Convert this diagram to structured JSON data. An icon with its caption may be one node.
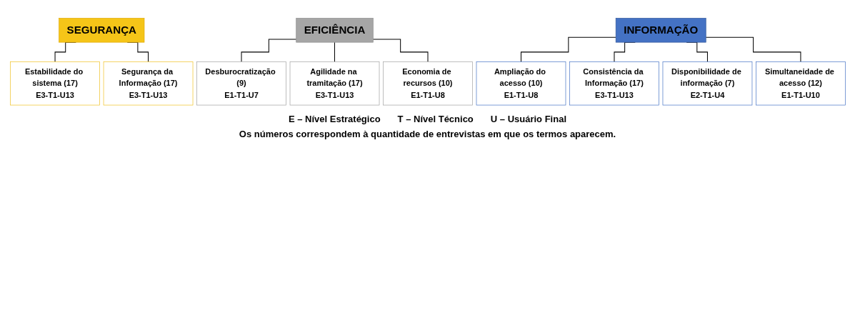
{
  "diagram": {
    "nodes": [
      {
        "text": [
          "SEGURANÇA"
        ]
      },
      {
        "text": [
          "Estabilidade do sistema (17)",
          "E3-T1-U13"
        ]
      },
      {
        "text": [
          "Segurança da Informação (17)",
          "E3-T1-U13"
        ]
      },
      {
        "text": [
          "EFICIÊNCIA"
        ]
      },
      {
        "text": [
          "Desburocratização (9)",
          "E1-T1-U7"
        ]
      },
      {
        "text": [
          "Agilidade na tramitação (17)",
          "E3-T1-U13"
        ]
      },
      {
        "text": [
          "Economia de recursos (10)",
          "E1-T1-U8"
        ]
      },
      {
        "text": [
          "INFORMAÇÃO"
        ]
      },
      {
        "text": [
          "Ampliação do acesso (10)",
          "E1-T1-U8"
        ]
      },
      {
        "text": [
          "Consistência da Informação (17)",
          "E3-T1-U13"
        ]
      },
      {
        "text": [
          "Disponibilidade de informação (7)",
          "E2-T1-U4"
        ]
      },
      {
        "text": [
          "Simultaneidade de acesso (12)",
          "E1-T1-U10"
        ]
      }
    ],
    "edges": [
      {
        "from": 0,
        "to": 1,
        "arrow": "none"
      },
      {
        "from": 0,
        "to": 2,
        "arrow": "none"
      },
      {
        "from": 3,
        "to": 4,
        "arrow": "none"
      },
      {
        "from": 3,
        "to": 5,
        "arrow": "none"
      },
      {
        "from": 3,
        "to": 6,
        "arrow": "none"
      },
      {
        "from": 7,
        "to": 8,
        "arrow": "none"
      },
      {
        "from": 7,
        "to": 9,
        "arrow": "none"
      },
      {
        "from": 7,
        "to": 10,
        "arrow": "none"
      },
      {
        "from": 7,
        "to": 11,
        "arrow": "none"
      }
    ],
    "labels": [
      "E – Nível Estratégico",
      "T – Nível Técnico",
      "U – Usuário Final",
      "Os números correspondem à quantidade de entrevistas em que os termos aparecem."
    ]
  }
}
